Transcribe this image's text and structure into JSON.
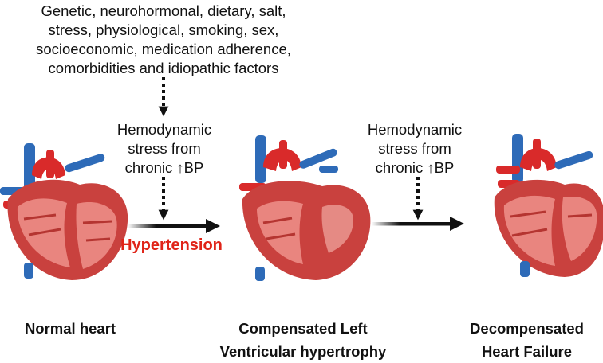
{
  "factors": {
    "lines": [
      "Genetic, neurohormonal, dietary, salt,",
      "stress, physiological, smoking, sex,",
      "socioeconomic, medication adherence,",
      "comorbidities and idiopathic factors"
    ]
  },
  "stress_left": {
    "lines": [
      "Hemodynamic",
      "stress from",
      "chronic ↑BP"
    ]
  },
  "stress_right": {
    "lines": [
      "Hemodynamic",
      "stress from",
      "chronic ↑BP"
    ]
  },
  "hypertension_label": "Hypertension",
  "stages": {
    "normal": {
      "lines": [
        "Normal heart"
      ]
    },
    "compensated": {
      "lines": [
        "Compensated Left",
        "Ventricular hypertrophy"
      ]
    },
    "decompensated": {
      "lines": [
        "Decompensated",
        "Heart Failure"
      ]
    }
  },
  "colors": {
    "hypertension": "#e02418",
    "heart_muscle": "#c9413e",
    "heart_chamber": "#e9857f",
    "artery": "#d92a2a",
    "vein": "#2e6bb8",
    "arrow": "#111111"
  },
  "icons": [
    "normal-heart-icon",
    "hypertrophy-heart-icon",
    "failing-heart-icon"
  ]
}
